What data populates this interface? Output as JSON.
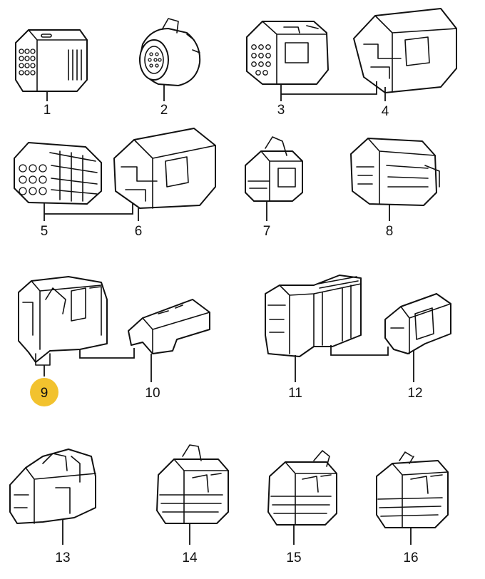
{
  "highlight_color": "#f2c22e",
  "callouts": {
    "c1": "1",
    "c2": "2",
    "c3": "3",
    "c4": "4",
    "c5": "5",
    "c6": "6",
    "c7": "7",
    "c8": "8",
    "c9": "9",
    "c10": "10",
    "c11": "11",
    "c12": "12",
    "c13": "13",
    "c14": "14",
    "c15": "15",
    "c16": "16"
  },
  "highlighted_callout": "9"
}
